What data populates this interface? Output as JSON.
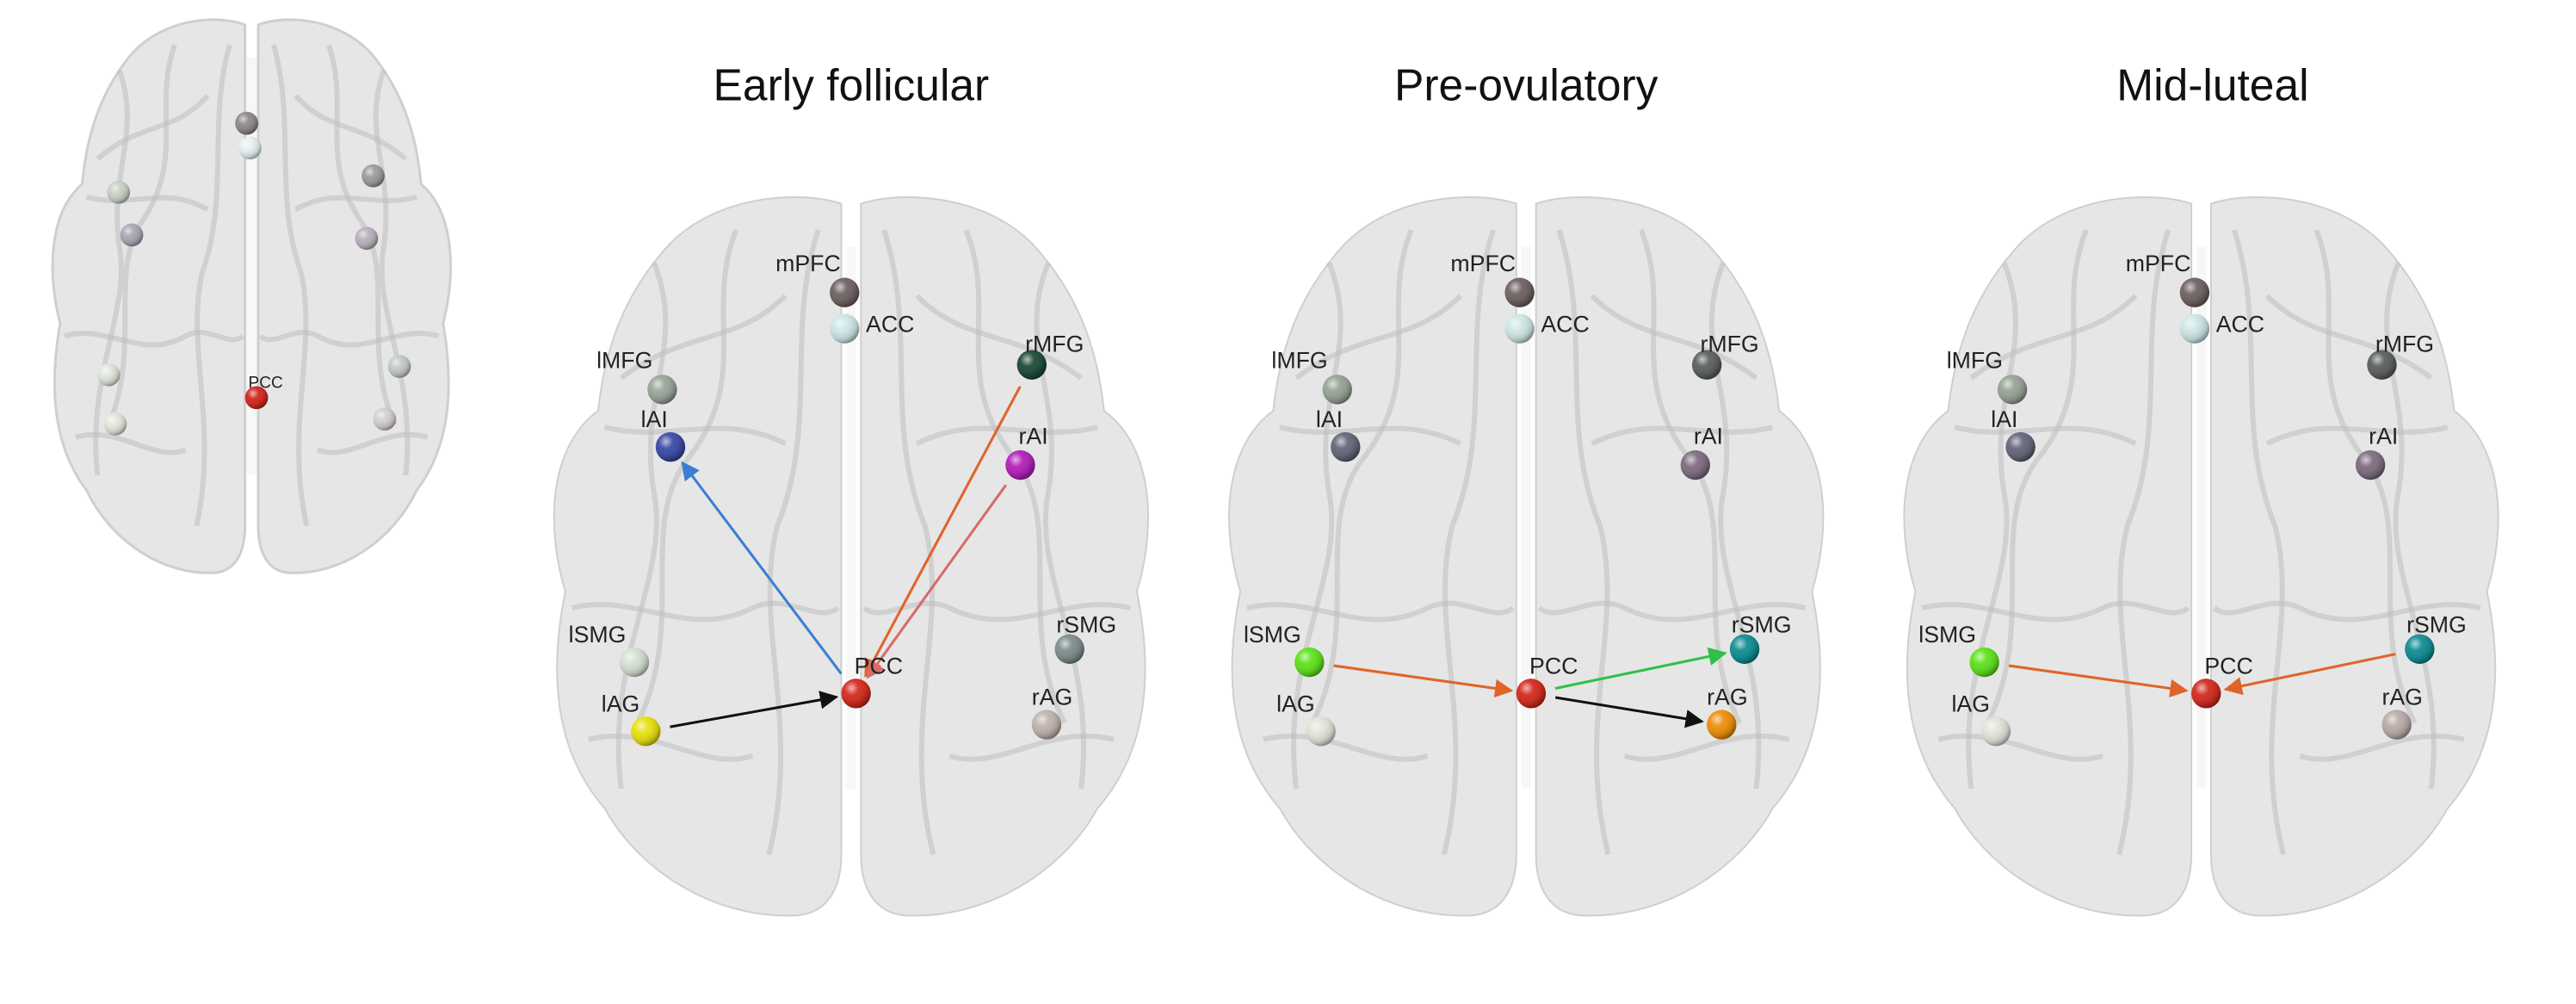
{
  "overview": {
    "highlight_label": "PCC",
    "node_colors": {
      "mPFC": "#8f8788",
      "ACC": "#e4f0f0",
      "lMFG": "#c9d0c6",
      "lAI": "#a9a7b4",
      "rMFG": "#9c9c9c",
      "rAI": "#b9b0bb",
      "lSMG": "#dfe6dc",
      "lAG": "#e4e6dc",
      "rSMG": "#c3cacb",
      "rAG": "#d3cfcd",
      "PCC": "#d0261c"
    }
  },
  "nodes": [
    "mPFC",
    "ACC",
    "lMFG",
    "lAI",
    "rMFG",
    "rAI",
    "lSMG",
    "lAG",
    "rSMG",
    "rAG",
    "PCC"
  ],
  "panels": [
    {
      "title": "Early follicular",
      "node_colors": {
        "mPFC": "#6e6162",
        "ACC": "#cfe6e6",
        "lMFG": "#9aa59a",
        "lAI": "#3a4aa8",
        "rMFG": "#1e4a38",
        "rAI": "#b21fb8",
        "lSMG": "#d6e0d4",
        "lAG": "#e8e010",
        "rSMG": "#7d8c8c",
        "rAG": "#bfb3ad",
        "PCC": "#d32a1e"
      },
      "connections": [
        {
          "from": "PCC",
          "to": "lAI",
          "color": "#3a7fd0"
        },
        {
          "from": "rMFG",
          "to": "PCC",
          "color": "#e0642a"
        },
        {
          "from": "rAI",
          "to": "PCC",
          "color": "#d86a6a"
        },
        {
          "from": "lAG",
          "to": "PCC",
          "color": "#111111"
        }
      ]
    },
    {
      "title": "Pre-ovulatory",
      "node_colors": {
        "mPFC": "#6e6162",
        "ACC": "#cfe6e6",
        "lMFG": "#97a397",
        "lAI": "#64667a",
        "rMFG": "#5c5f5f",
        "rAI": "#7e6d80",
        "lSMG": "#5ee21c",
        "lAG": "#e2e4da",
        "rSMG": "#0f8d92",
        "rAG": "#ee8f0a",
        "PCC": "#d32a1e"
      },
      "connections": [
        {
          "from": "lSMG",
          "to": "PCC",
          "color": "#e0642a"
        },
        {
          "from": "PCC",
          "to": "rSMG",
          "color": "#2ec04a"
        },
        {
          "from": "PCC",
          "to": "rAG",
          "color": "#111111"
        }
      ]
    },
    {
      "title": "Mid-luteal",
      "node_colors": {
        "mPFC": "#6e6162",
        "ACC": "#cfe6e6",
        "lMFG": "#97a397",
        "lAI": "#64667a",
        "rMFG": "#5c5f5f",
        "rAI": "#7e6d80",
        "lSMG": "#5ee21c",
        "lAG": "#e2e4da",
        "rSMG": "#0f8d92",
        "rAG": "#b9aca9",
        "PCC": "#d32a1e"
      },
      "connections": [
        {
          "from": "lSMG",
          "to": "PCC",
          "color": "#e0642a"
        },
        {
          "from": "rSMG",
          "to": "PCC",
          "color": "#e0642a"
        }
      ]
    }
  ]
}
